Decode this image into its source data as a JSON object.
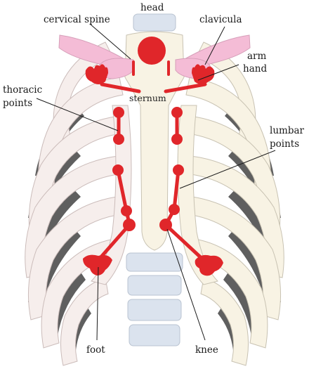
{
  "labels": {
    "head": "head",
    "cervical_spine": "cervical spine",
    "clavicula": "clavicula",
    "arm": "arm",
    "hand": "hand",
    "sternum": "sternum",
    "thoracic": "thoracic",
    "thoracic_points": "points",
    "lumbar": "lumbar",
    "lumbar_points": "points",
    "foot": "foot",
    "knee": "knee"
  },
  "colors": {
    "marker": "#e0262a",
    "clavicle": "#f4bcd6",
    "bone": "#f8f3e4",
    "spine": "#dbe3ee"
  }
}
